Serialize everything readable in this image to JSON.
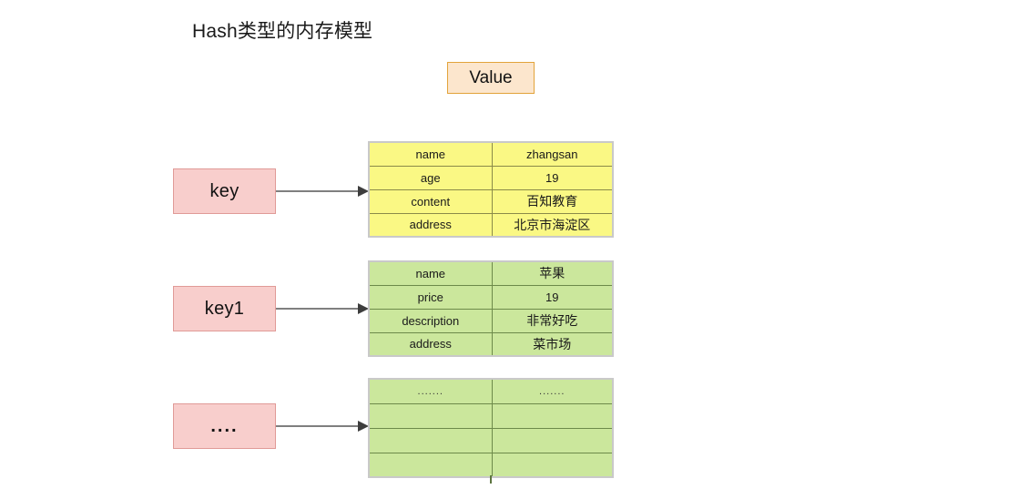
{
  "diagram": {
    "title": "Hash类型的内存模型",
    "legend": {
      "value_label": "Value",
      "value_box_fill": "#fce6cd",
      "value_box_border": "#e2a33a"
    },
    "colors": {
      "key_fill": "#f8cecc",
      "key_border": "#e09a97",
      "table1_fill": "#faf884",
      "table2_fill": "#cbe79c",
      "table3_fill": "#cbe79c",
      "arrow": "#7f7f7f",
      "arrow_head": "#3d3d3d",
      "table_outer_border": "#c9c9c9"
    },
    "entries": [
      {
        "key_label": "key",
        "table": {
          "fill": "#faf884",
          "rows": [
            {
              "field": "name",
              "value": "zhangsan"
            },
            {
              "field": "age",
              "value": "19"
            },
            {
              "field": "content",
              "value": "百知教育"
            },
            {
              "field": "address",
              "value": "北京市海淀区"
            }
          ]
        }
      },
      {
        "key_label": "key1",
        "table": {
          "fill": "#cbe79c",
          "rows": [
            {
              "field": "name",
              "value": "苹果"
            },
            {
              "field": "price",
              "value": "19"
            },
            {
              "field": "description",
              "value": "非常好吃"
            },
            {
              "field": "address",
              "value": "菜市场"
            }
          ]
        }
      },
      {
        "key_label": "....",
        "table": {
          "fill": "#cbe79c",
          "rows": [
            {
              "field": ".......",
              "value": "......."
            },
            {
              "field": "",
              "value": ""
            },
            {
              "field": "",
              "value": ""
            },
            {
              "field": "",
              "value": ""
            }
          ]
        }
      }
    ]
  }
}
